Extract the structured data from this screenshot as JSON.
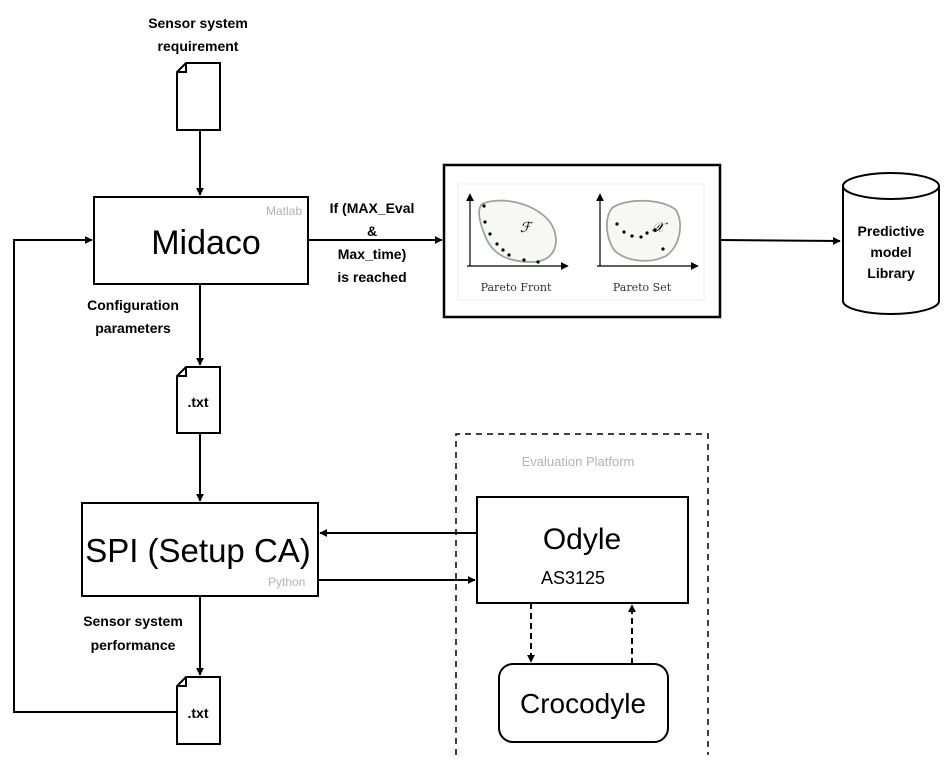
{
  "input": {
    "requirement_line1": "Sensor system",
    "requirement_line2": "requirement"
  },
  "optimizer": {
    "name": "Midaco",
    "tag": "Matlab"
  },
  "stop_condition": {
    "line1": "If (MAX_Eval",
    "line2": "&",
    "line3": "Max_time)",
    "line4": "is reached"
  },
  "pareto": {
    "front_caption": "Pareto Front",
    "front_symbol": "ℱ",
    "set_caption": "Pareto Set",
    "set_symbol": "𝒳"
  },
  "library": {
    "line1": "Predictive",
    "line2": "model",
    "line3": "Library"
  },
  "config_label": {
    "line1": "Configuration",
    "line2": "parameters"
  },
  "files": {
    "config_file": ".txt",
    "performance_file": ".txt"
  },
  "spi": {
    "name": "SPI (Setup CA)",
    "tag": "Python"
  },
  "performance_label": {
    "line1": "Sensor system",
    "line2": "performance"
  },
  "platform": {
    "title": "Evaluation Platform",
    "odyle_name": "Odyle",
    "odyle_model": "AS3125",
    "crocodyle_name": "Crocodyle"
  }
}
